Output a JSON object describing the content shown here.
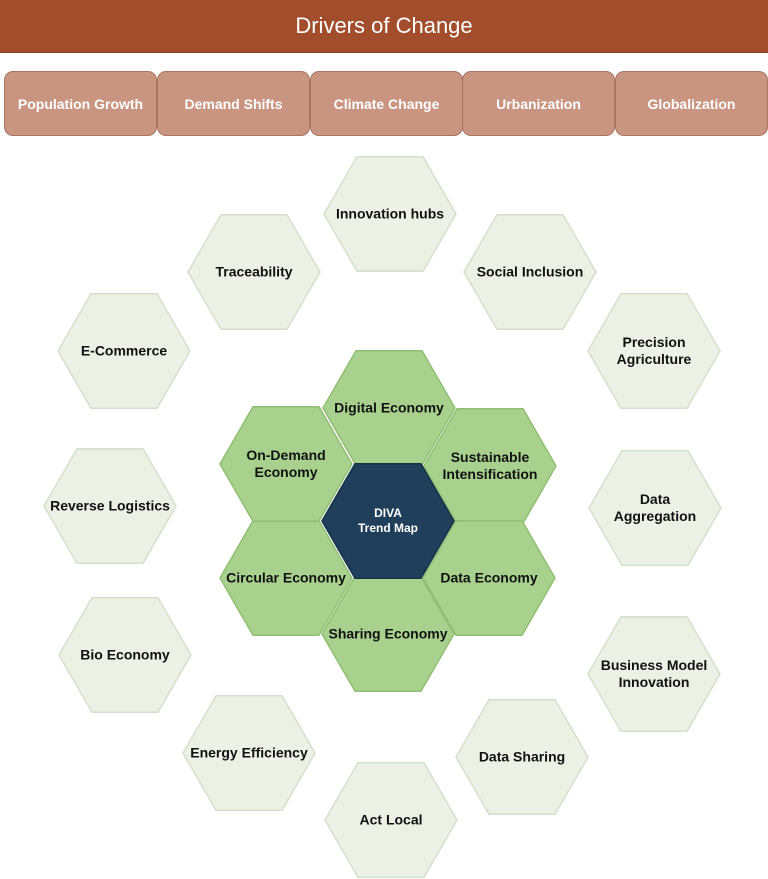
{
  "title": "Drivers of Change",
  "drivers": [
    "Population Growth",
    "Demand Shifts",
    "Climate Change",
    "Urbanization",
    "Globalization"
  ],
  "core": "DIVA\nTrend Map",
  "inner_ring": [
    "Digital Economy",
    "Sustainable\nIntensification",
    "Data Economy",
    "Sharing Economy",
    "Circular Economy",
    "On-Demand\nEconomy"
  ],
  "outer_ring": [
    "Innovation hubs",
    "Social Inclusion",
    "Precision\nAgriculture",
    "Data Aggregation",
    "Business Model\nInnovation",
    "Data Sharing",
    "Act Local",
    "Energy Efficiency",
    "Bio Economy",
    "Reverse Logistics",
    "E-Commerce",
    "Traceability"
  ],
  "colors": {
    "title_bg": "#a24e2d",
    "driver_bg": "#c99581",
    "core": "#1f3f5a",
    "inner": "#a9d18e",
    "outer": "#ebf1e5"
  }
}
